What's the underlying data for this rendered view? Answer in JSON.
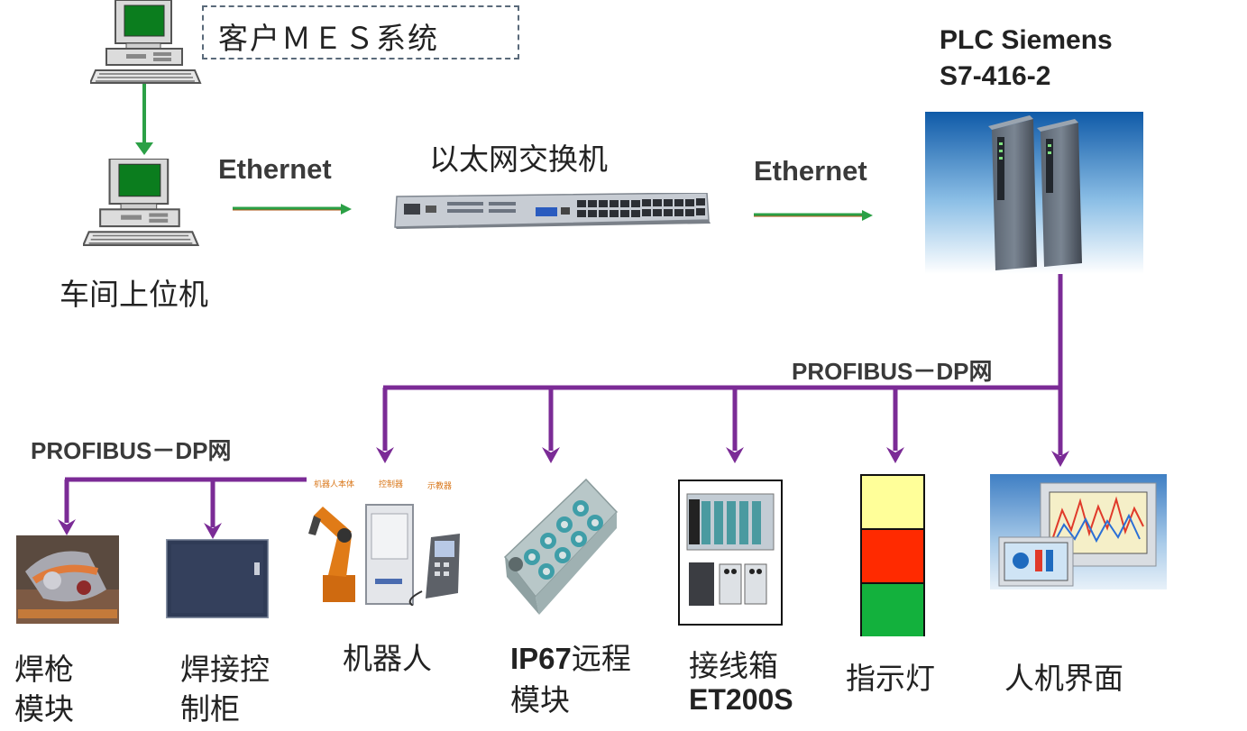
{
  "mes_system": "客户ＭＥＳ系统",
  "plc": {
    "line1": "PLC Siemens",
    "line2": "S7-416-2"
  },
  "switch_label": "以太网交换机",
  "ethernet_left": "Ethernet",
  "ethernet_right": "Ethernet",
  "host_label": "车间上位机",
  "profibus_main": "PROFIBUS－DP网",
  "profibus_left": "PROFIBUS－DP网",
  "devices": {
    "weld_gun": [
      "焊枪",
      "模块"
    ],
    "weld_ctrl": [
      "焊接控",
      "制柜"
    ],
    "robot": "机器人",
    "ip67": {
      "prefix": "IP67",
      "line1_rest": "远程",
      "line2": "模块"
    },
    "junction": {
      "line1": "接线箱",
      "line2": "ET200S"
    },
    "indicator": "指示灯",
    "hmi": "人机界面"
  },
  "robot_captions": [
    "机器人本体",
    "控制器",
    "示教器"
  ],
  "colors": {
    "ethernet_line": "#2f9a3a",
    "ethernet_arrow": "#2ba046",
    "profibus_line": "#7b2b96",
    "light_yellow": "#ffff99",
    "light_red": "#ff2a00",
    "light_green": "#13b13d"
  }
}
